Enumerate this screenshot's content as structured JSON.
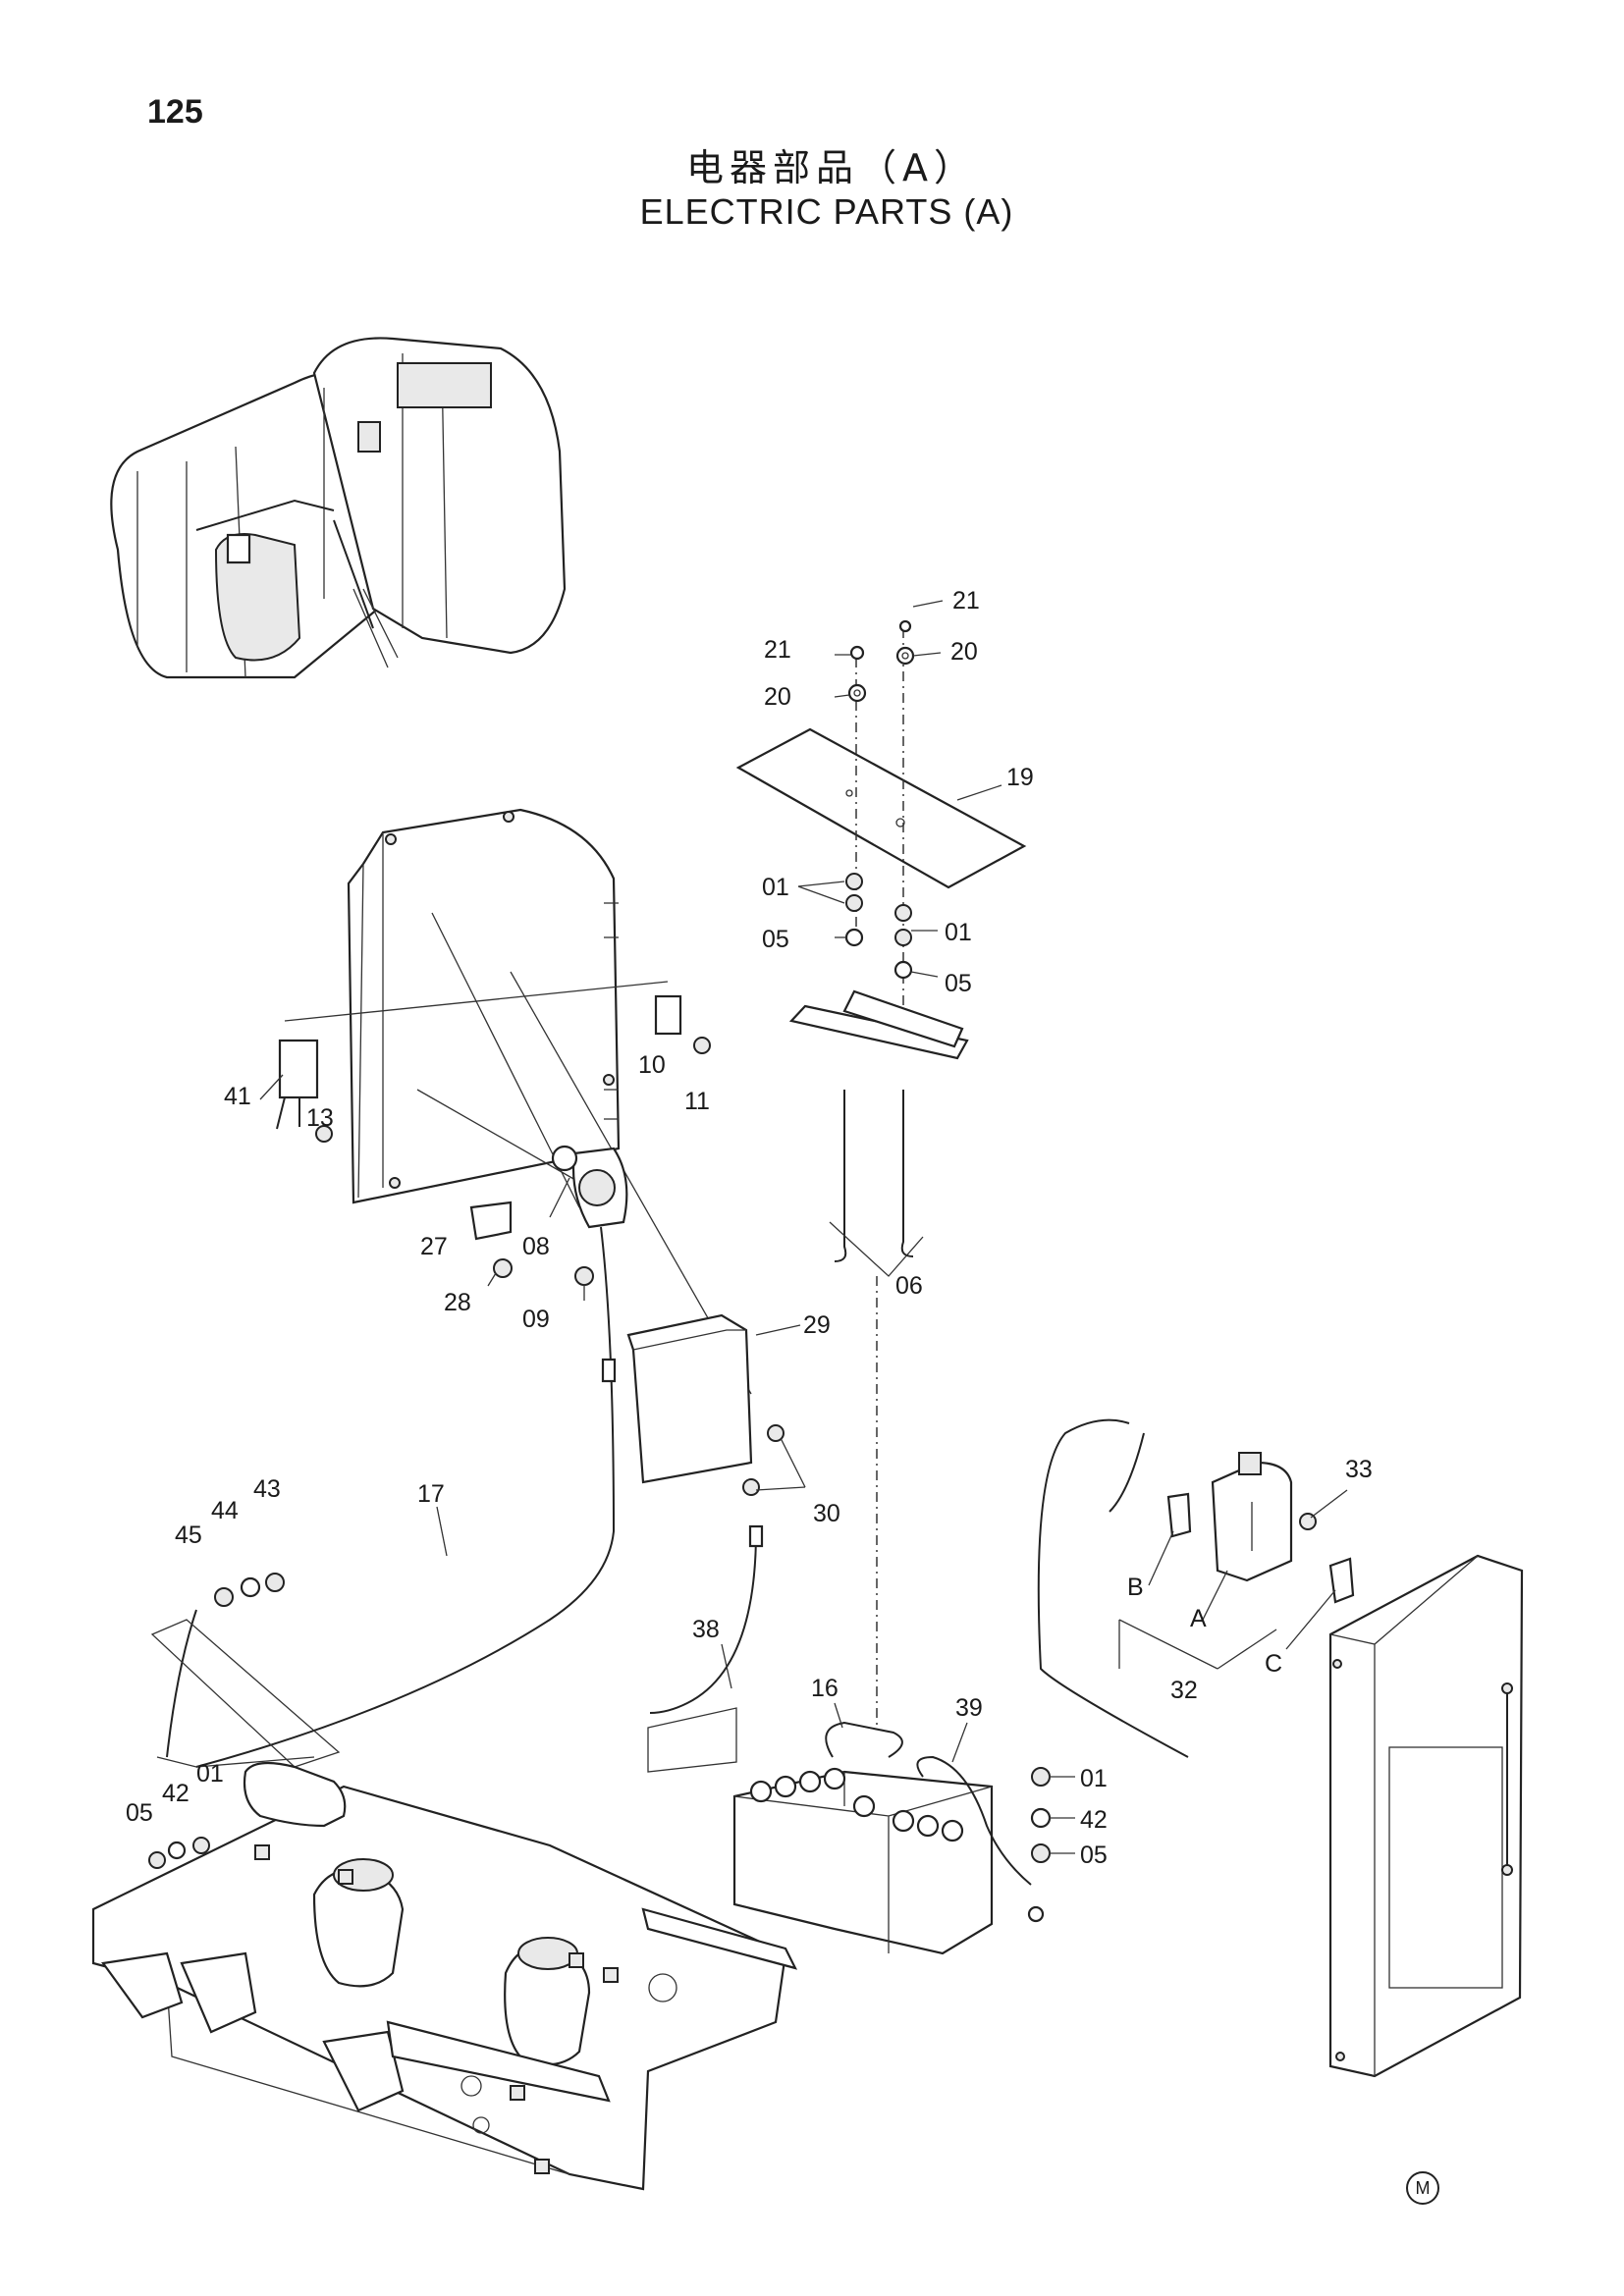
{
  "page_number": "125",
  "title_cn": "电器部品（A）",
  "title_en": "ELECTRIC PARTS (A)",
  "footer_mark": "M",
  "callouts": {
    "c21a": "21",
    "c21b": "21",
    "c20a": "20",
    "c20b": "20",
    "c19": "19",
    "c01a": "01",
    "c01b": "01",
    "c05a": "05",
    "c05b": "05",
    "c10": "10",
    "c11": "11",
    "c41": "41",
    "c13": "13",
    "c27": "27",
    "c08": "08",
    "c28": "28",
    "c09": "09",
    "c06": "06",
    "c29": "29",
    "c30": "30",
    "c33": "33",
    "c17": "17",
    "c43": "43",
    "c44": "44",
    "c45": "45",
    "cB": "B",
    "cA": "A",
    "cC": "C",
    "c32": "32",
    "c38": "38",
    "c16": "16",
    "c39": "39",
    "c01c": "01",
    "c42a": "42",
    "c05c": "05",
    "c01d": "01",
    "c42b": "42",
    "c05d": "05"
  }
}
